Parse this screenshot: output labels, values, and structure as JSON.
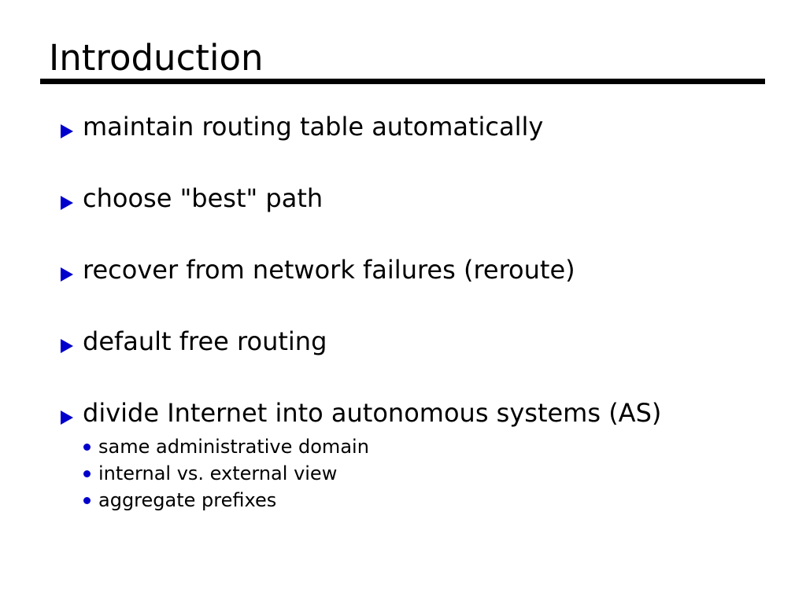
{
  "slide": {
    "title": "Introduction",
    "accent_color": "#0000cc",
    "text_color": "#000000",
    "background_color": "#ffffff",
    "rule_color": "#000000",
    "bullet_marker_icon": "blue-triangle-bullet",
    "sub_bullet_marker_icon": "blue-dot-bullet",
    "bullets": [
      {
        "text": "maintain routing table automatically",
        "sub_items": []
      },
      {
        "text": "choose \"best\" path",
        "sub_items": []
      },
      {
        "text": "recover from network failures (reroute)",
        "sub_items": []
      },
      {
        "text": "default free routing",
        "sub_items": []
      },
      {
        "text": "divide Internet into autonomous systems (AS)",
        "sub_items": [
          {
            "text": "same administrative domain"
          },
          {
            "text": "internal vs. external view"
          },
          {
            "text": "aggregate prefixes"
          }
        ]
      }
    ]
  }
}
